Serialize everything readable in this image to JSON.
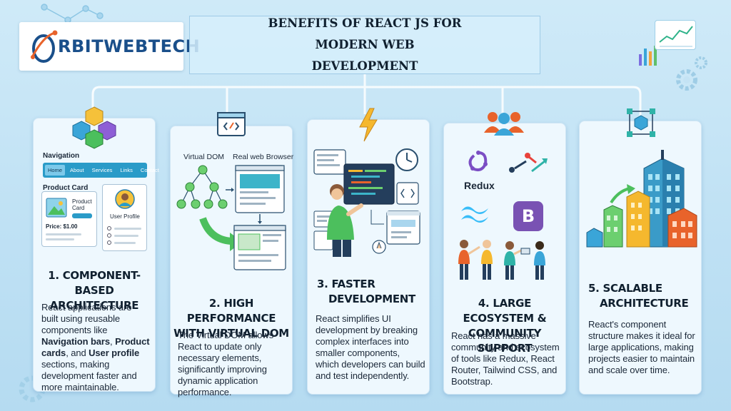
{
  "logo": {
    "text": "RBITWEBTECH",
    "brand_color": "#1a4f8a",
    "accent_color": "#e8632b"
  },
  "title": {
    "line1": "BENEFITS OF REACT JS FOR MODERN WEB",
    "line2": "DEVELOPMENT"
  },
  "cards": [
    {
      "icon": "cubes-icon",
      "title_line1": "1. COMPONENT-BASED",
      "title_line2": "ARCHITECTURE",
      "body_pre": "React applications are built using reusable components like ",
      "bold1": "Navigation bars",
      "mid1": ", ",
      "bold2": "Product cards",
      "mid2": ", and ",
      "bold3": "User profile",
      "body_post": " sections, making development faster and more maintainable.",
      "illustration": {
        "nav_heading": "Navigation",
        "nav_items": [
          "Home",
          "About",
          "Services",
          "Links",
          "Contact"
        ],
        "product_heading": "Product Card",
        "product_card_label": "Product Card",
        "price": "Price: $1.00",
        "profile_label": "User Profile"
      }
    },
    {
      "icon": "code-window-icon",
      "title_line1": "2. HIGH PERFORMANCE",
      "title_line2": "WITH VIRTUAL DOM",
      "body": "The Virtual DOM allows React to update only necessary elements, significantly improving dynamic application performance.",
      "illustration": {
        "left_label": "Virtual DOM",
        "right_label": "Real web Browser"
      }
    },
    {
      "icon": "lightning-icon",
      "title_line1": "3.  FASTER",
      "title_line2": "DEVELOPMENT",
      "body": "React simplifies UI development by breaking complex interfaces into smaller components, which developers can build and test independently."
    },
    {
      "icon": "community-icon",
      "title_line1": "4. LARGE ECOSYSTEM &",
      "title_line2": "COMMUNITY SUPPORT",
      "body": "React has a massive community and ecosystem of tools like Redux, React Router, Tailwind CSS, and Bootstrap.",
      "illustration": {
        "redux_label": "Redux",
        "bootstrap_letter": "B"
      }
    },
    {
      "icon": "network-cube-icon",
      "title_line1": "5.  SCALABLE",
      "title_line2": "ARCHITECTURE",
      "body": "React's component structure makes it ideal for large applications, making projects easier to maintain and scale over time."
    }
  ]
}
